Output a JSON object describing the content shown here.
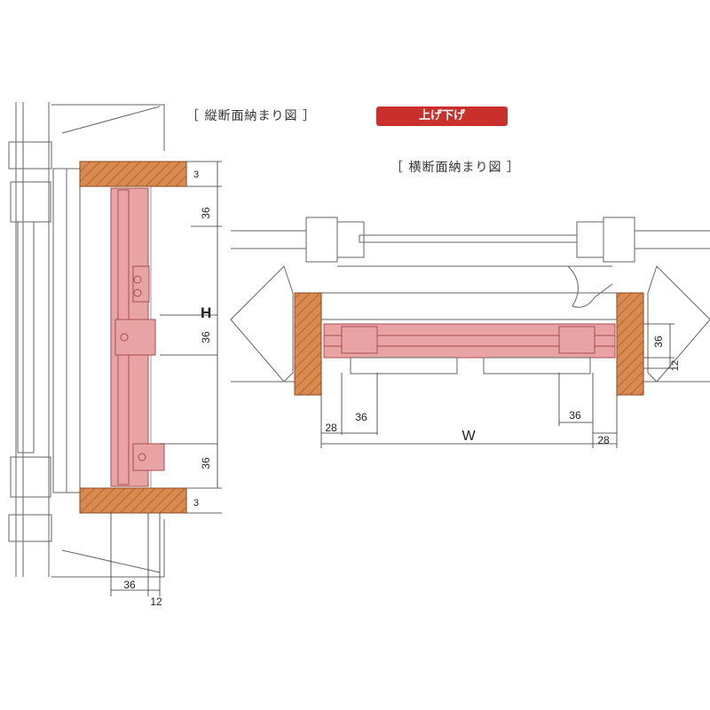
{
  "titles": {
    "vertical_section": "［ 縦断面納まり図 ］",
    "horizontal_section": "［ 横断面納まり図 ］"
  },
  "badge": {
    "label": "上げ下げ",
    "color": "#c9302c"
  },
  "colors": {
    "wood": "#d98a4e",
    "wood_hatch": "#b5652e",
    "blind_fill": "#e8a4a4",
    "blind_stroke": "#a94c4c",
    "line": "#666666",
    "dim": "#333333"
  },
  "dimensions": {
    "v_top_gap": "3",
    "v_top_36": "36",
    "v_H": "H",
    "v_mid_36": "36",
    "v_bot_36": "36",
    "v_bot_gap": "3",
    "v_bottom_36": "36",
    "v_bottom_12": "12",
    "h_right_36": "36",
    "h_right_12": "12",
    "h_left_28": "28",
    "h_left_36": "36",
    "h_W": "W",
    "h_right2_36": "36",
    "h_right_28": "28"
  }
}
